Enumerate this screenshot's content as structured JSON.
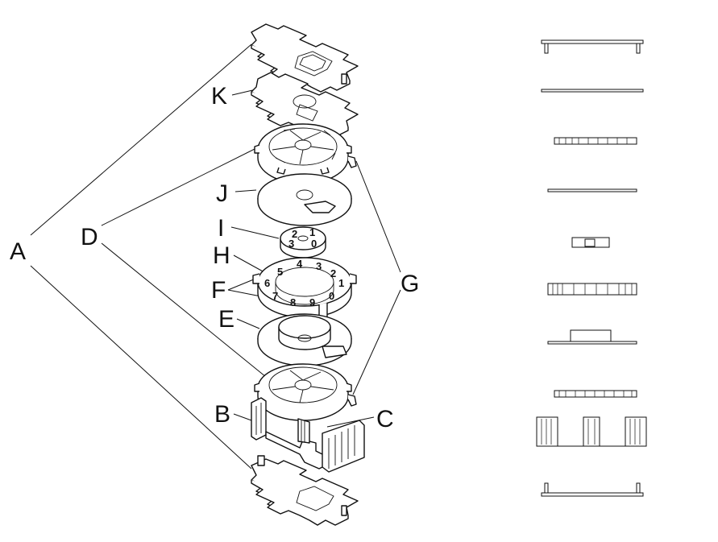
{
  "callouts": {
    "A": "A",
    "B": "B",
    "C": "C",
    "D": "D",
    "E": "E",
    "F": "F",
    "G": "G",
    "H": "H",
    "I": "I",
    "J": "J",
    "K": "K"
  },
  "dial_ring_numbers": [
    "4",
    "3",
    "2",
    "1",
    "0",
    "9",
    "8",
    "7",
    "6",
    "5"
  ],
  "dial_hub_numbers": [
    "2",
    "1",
    "0",
    "3"
  ],
  "colors": {
    "ink": "#111111",
    "paper": "#ffffff"
  }
}
